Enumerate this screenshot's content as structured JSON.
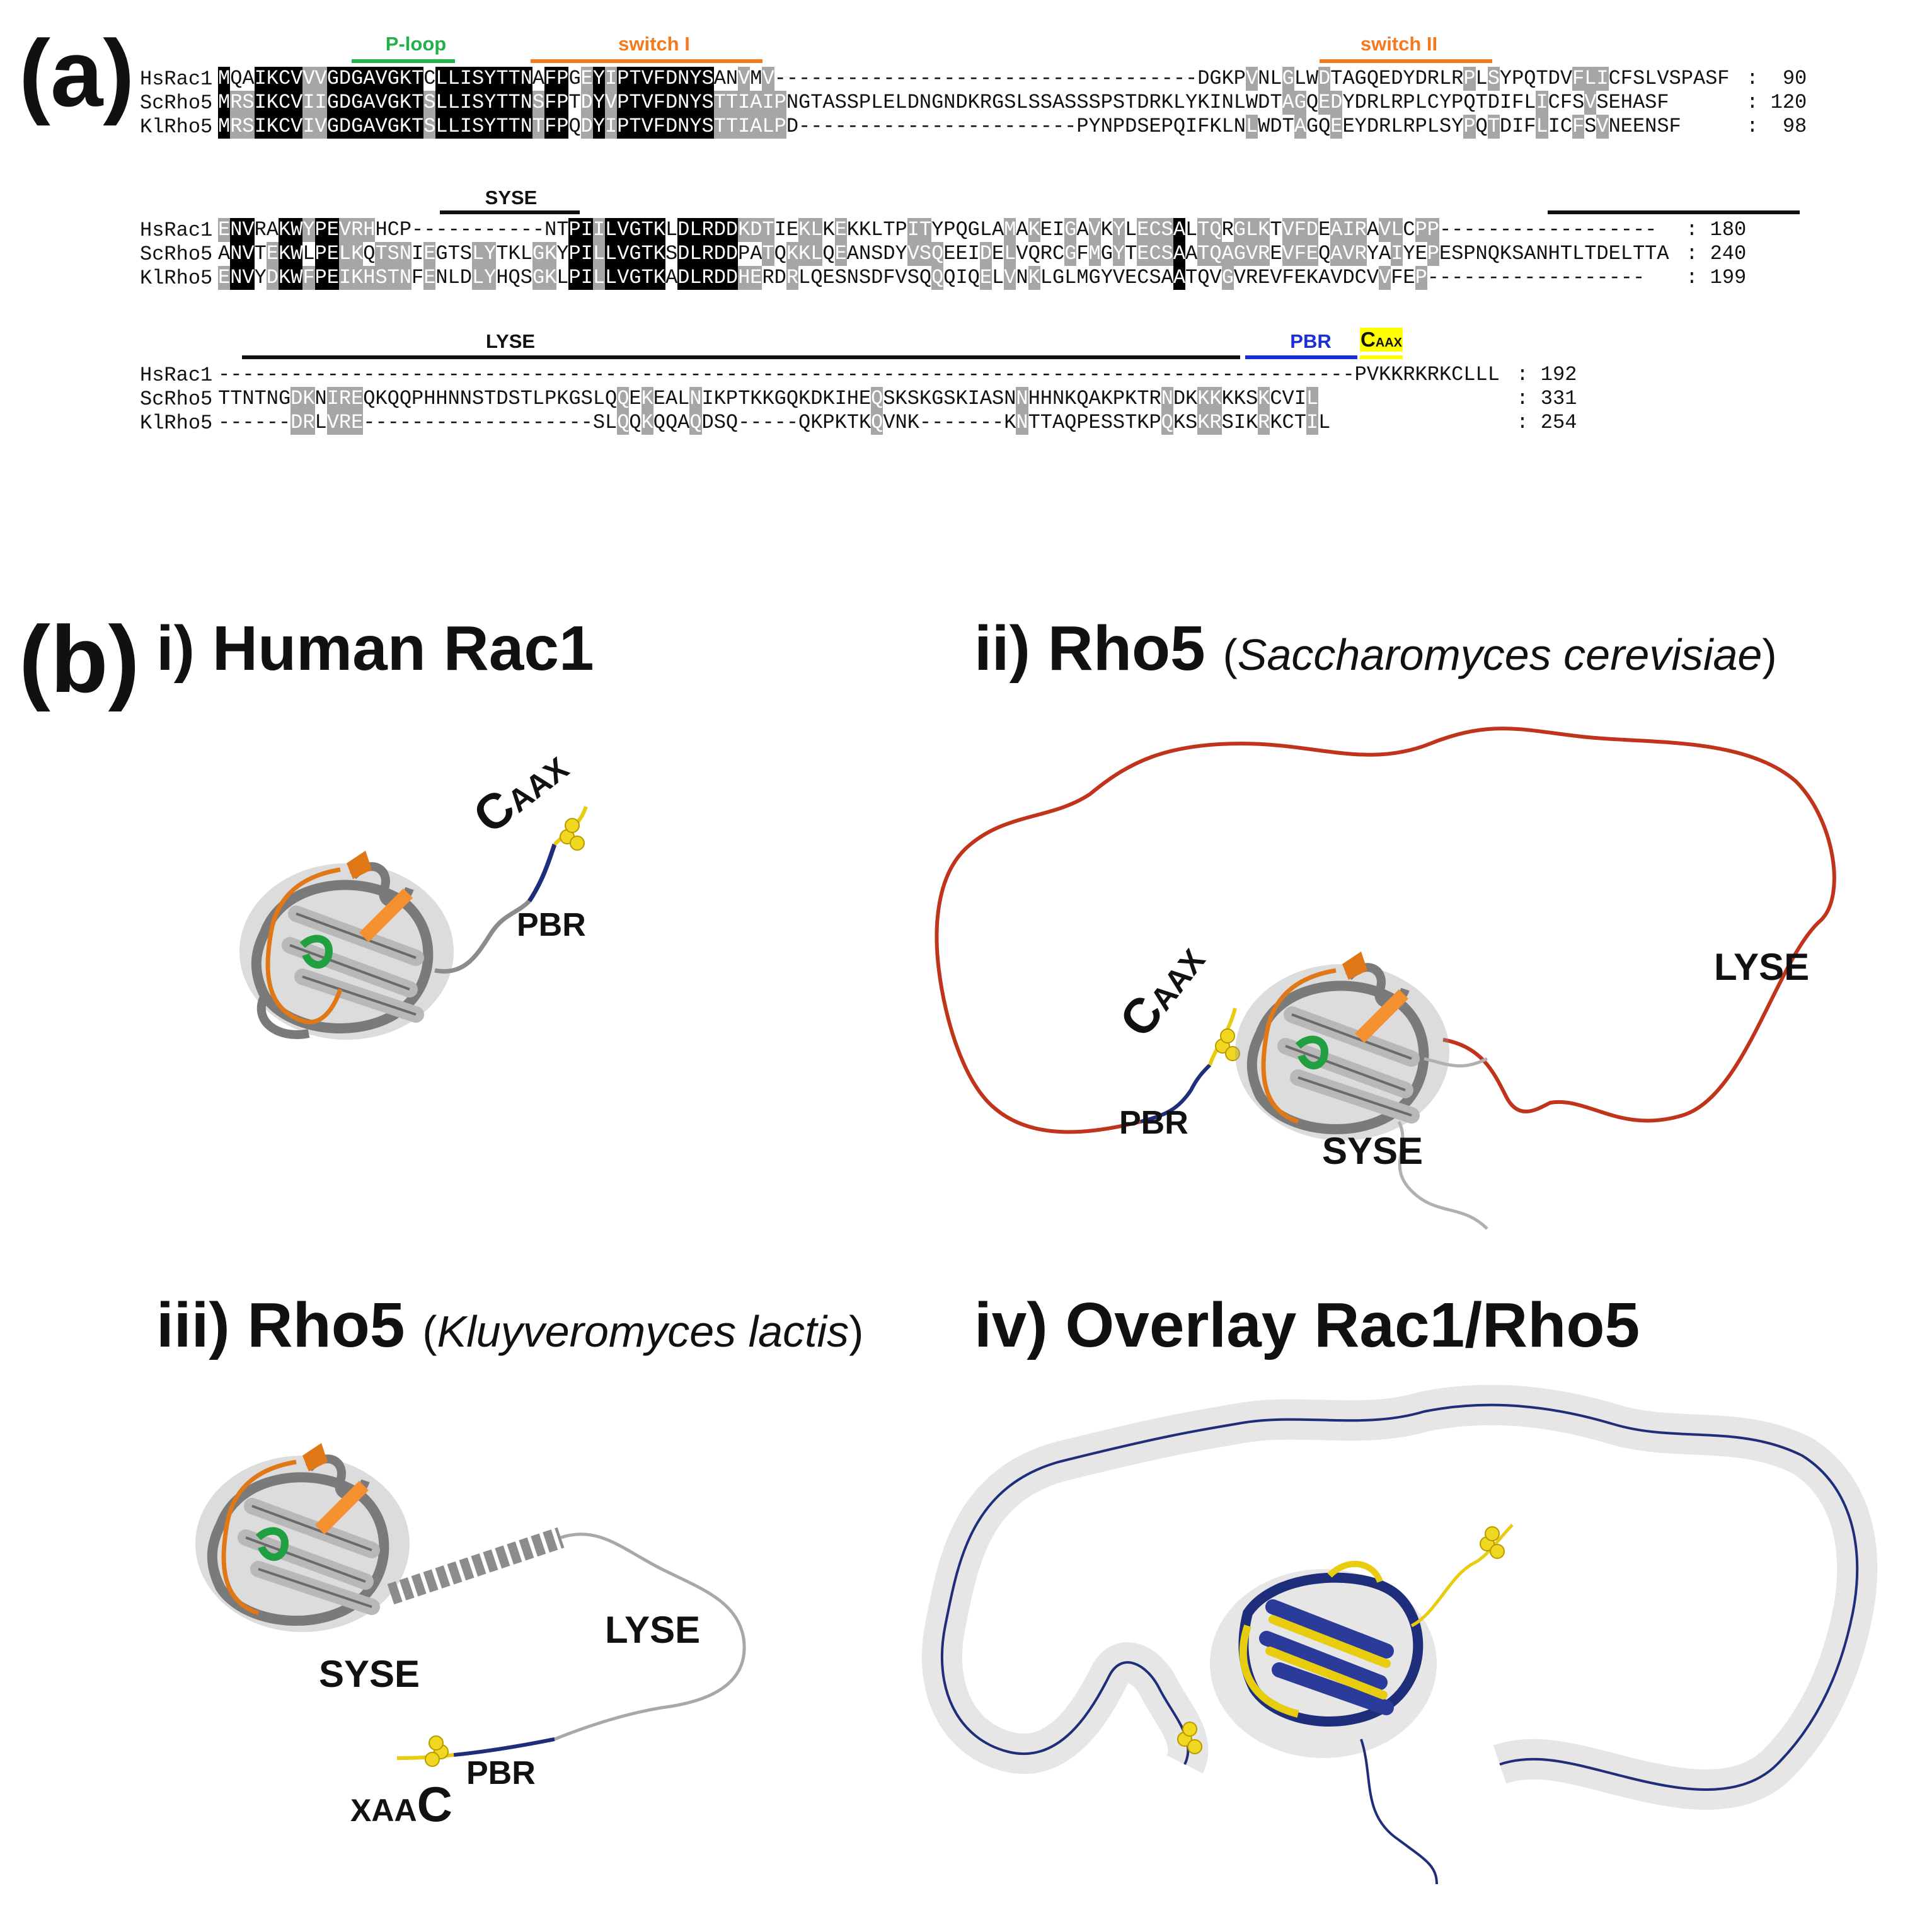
{
  "panel_a": {
    "label": "(a)",
    "features": {
      "p_loop": "P-loop",
      "switch1": "switch I",
      "switch2": "switch II",
      "syse": "SYSE",
      "lyse": "LYSE",
      "pbr": "PBR",
      "caax_c": "C",
      "caax_aax": "AAX"
    },
    "blocks": [
      {
        "rows": [
          {
            "name": "HsRac1",
            "seq": "MQAIKCVVVGDGAVGKTCLLISYTTNAFPGEYIPTVFDNYSANVMV-----------------------------------DGKPVNLGLWDTAGQEDYDRLRPLSYPQTDVFLICFSLVSPASF",
            "num": " :  90"
          },
          {
            "name": "ScRho5",
            "seq": "MRSIKCVIIGDGAVGKTSLLISYTTNSFPTDYVPTVFDNYSTTIAIPNGTASSPLELDNGNDKRGSLSSASSSPSTDRKLYKINLWDTAGQEDYDRLRPLCYPQTDIFLICFSVSEHASF",
            "num": " : 120"
          },
          {
            "name": "KlRho5",
            "seq": "MRSIKCVIVGDGAVGKTSLLISYTTNTFPQDYIPTVFDNYSTTIALPD-----------------------PYNPDSEPQIFKLNLWDTAGQEEYDRLRPLSYPQTDIFLICFSVNEENSF",
            "num": " :  98"
          }
        ]
      },
      {
        "rows": [
          {
            "name": "HsRac1",
            "seq": "ENVRAKWYPEVRHHCP-----------NTPIILVGTKLDLRDDKDTIEKLKEKKLTPITYPQGLAMAKEIGAVKYLECSALTQRGLKTVFDEAIRAVLCPP------------------",
            "num": " : 180"
          },
          {
            "name": "ScRho5",
            "seq": "ANVTEKWLPELKQTSNIEGTSLYTKLGKYPILLVGTKSDLRDDPATQKKLQEANSDYVSQEEIDELVQRCGFMGYTECSAATQAGVREVFEQAVRYAIYEPESPNQKSANHTLTDELTTA",
            "num": " : 240"
          },
          {
            "name": "KlRho5",
            "seq": "ENVYDKWFPEIKHSTNFENLDLYHQSGKLPILLVGTKADLRDDHERDRLQESNSDFVSQQQIQELVNKLGLMGYVECSAATQVGVREVFEKAVDCVVFEP------------------",
            "num": " : 199"
          }
        ]
      },
      {
        "rows": [
          {
            "name": "HsRac1",
            "seq": "----------------------------------------------------------------------------------------------PVKKRKRKCLLL",
            "num": " : 192"
          },
          {
            "name": "ScRho5",
            "seq": "TTNTNGDKNIREQKQQPHHNNSTDSTLPKGSLQQEKEALNIKPTKKGQKDKIHEQSKSKGSKIASNNHHNKQAKPKTRNDKKKKKSKCVIL",
            "num": " : 331"
          },
          {
            "name": "KlRho5",
            "seq": "------DRLVRE-------------------SLQQKQQAQDSQ-----QKPKTKQVNK-------KNTTAQPESSTKPQKSKRSIKRKCTIL",
            "num": " : 254"
          }
        ]
      }
    ]
  },
  "panel_b": {
    "label": "(b)",
    "i": {
      "title": "i) Human Rac1"
    },
    "ii": {
      "title_prefix": "ii) Rho5",
      "open": "(",
      "species": "Saccharomyces cerevisiae",
      "close": ")"
    },
    "iii": {
      "title_prefix": "iii) Rho5",
      "open": "(",
      "species": "Kluyveromyces lactis",
      "close": ")"
    },
    "iv": {
      "title": "iv) Overlay Rac1/Rho5"
    },
    "labels": {
      "pbr": "PBR",
      "lyse": "LYSE",
      "syse": "SYSE",
      "caax_c": "C",
      "caax_aax": "AAX",
      "xaac_xaa": "XAA",
      "xaac_c": "C"
    }
  },
  "colors": {
    "p_loop": "#22b04b",
    "switch": "#f47a20",
    "pbr": "#1a2fd6",
    "caax": "#ffff00",
    "identical": "#000000",
    "similar": "#a6a6a6",
    "highlight_c": "#33ddee",
    "lyse_red": "#c0341c",
    "navy": "#1f2e7a",
    "gold": "#e8cc10",
    "protein_gray": "#8c8c8c"
  }
}
